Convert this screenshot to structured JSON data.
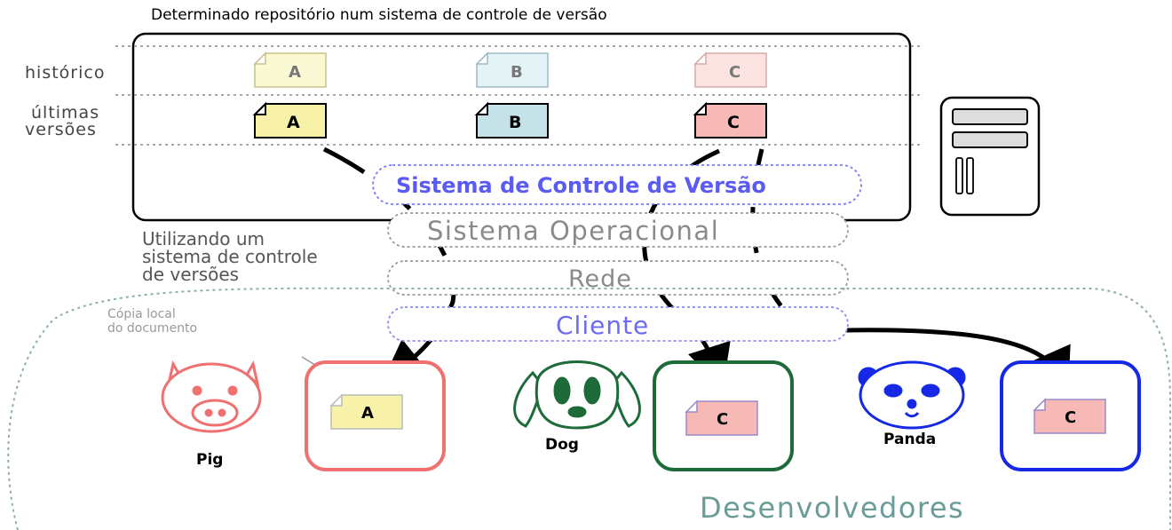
{
  "title": "Determinado repositório num sistema de controle de versão",
  "rows": {
    "history_label": "histórico",
    "latest_label_line1": "últimas",
    "latest_label_line2": "versões"
  },
  "files": {
    "history": [
      {
        "label": "A",
        "fill": "#fbf8d4",
        "stroke": "#c8c28a"
      },
      {
        "label": "B",
        "fill": "#e4f3f6",
        "stroke": "#9bbcc4"
      },
      {
        "label": "C",
        "fill": "#fbe3e2",
        "stroke": "#d7a9a6"
      }
    ],
    "latest": [
      {
        "label": "A",
        "fill": "#f8f2a8",
        "stroke": "#000000"
      },
      {
        "label": "B",
        "fill": "#c4e2e8",
        "stroke": "#000000"
      },
      {
        "label": "C",
        "fill": "#f7b9b5",
        "stroke": "#000000"
      }
    ]
  },
  "layers": {
    "vcs": "Sistema de Controle de Versão",
    "os": "Sistema Operacional",
    "network": "Rede",
    "client": "Cliente"
  },
  "usage_note": [
    "Utilizando um",
    "sistema de controle",
    "de versões"
  ],
  "local_copy_note": [
    "Cópia local",
    "do documento"
  ],
  "developers": {
    "group_label": "Desenvolvedores",
    "members": [
      {
        "name": "Pig",
        "copy": "A",
        "color": "#f07070",
        "copy_fill": "#f8f2a8"
      },
      {
        "name": "Dog",
        "copy": "C",
        "color": "#1e6b3a",
        "copy_fill": "#f7b9b5"
      },
      {
        "name": "Panda",
        "copy": "C",
        "color": "#1428e6",
        "copy_fill": "#f7b9b5"
      }
    ]
  },
  "colors": {
    "vcs_text": "#5a5af5",
    "client_text": "#6b6bf5",
    "os_text": "#8a8a8a",
    "group_text": "#6a9c98",
    "group_border": "#8ab0ac"
  }
}
